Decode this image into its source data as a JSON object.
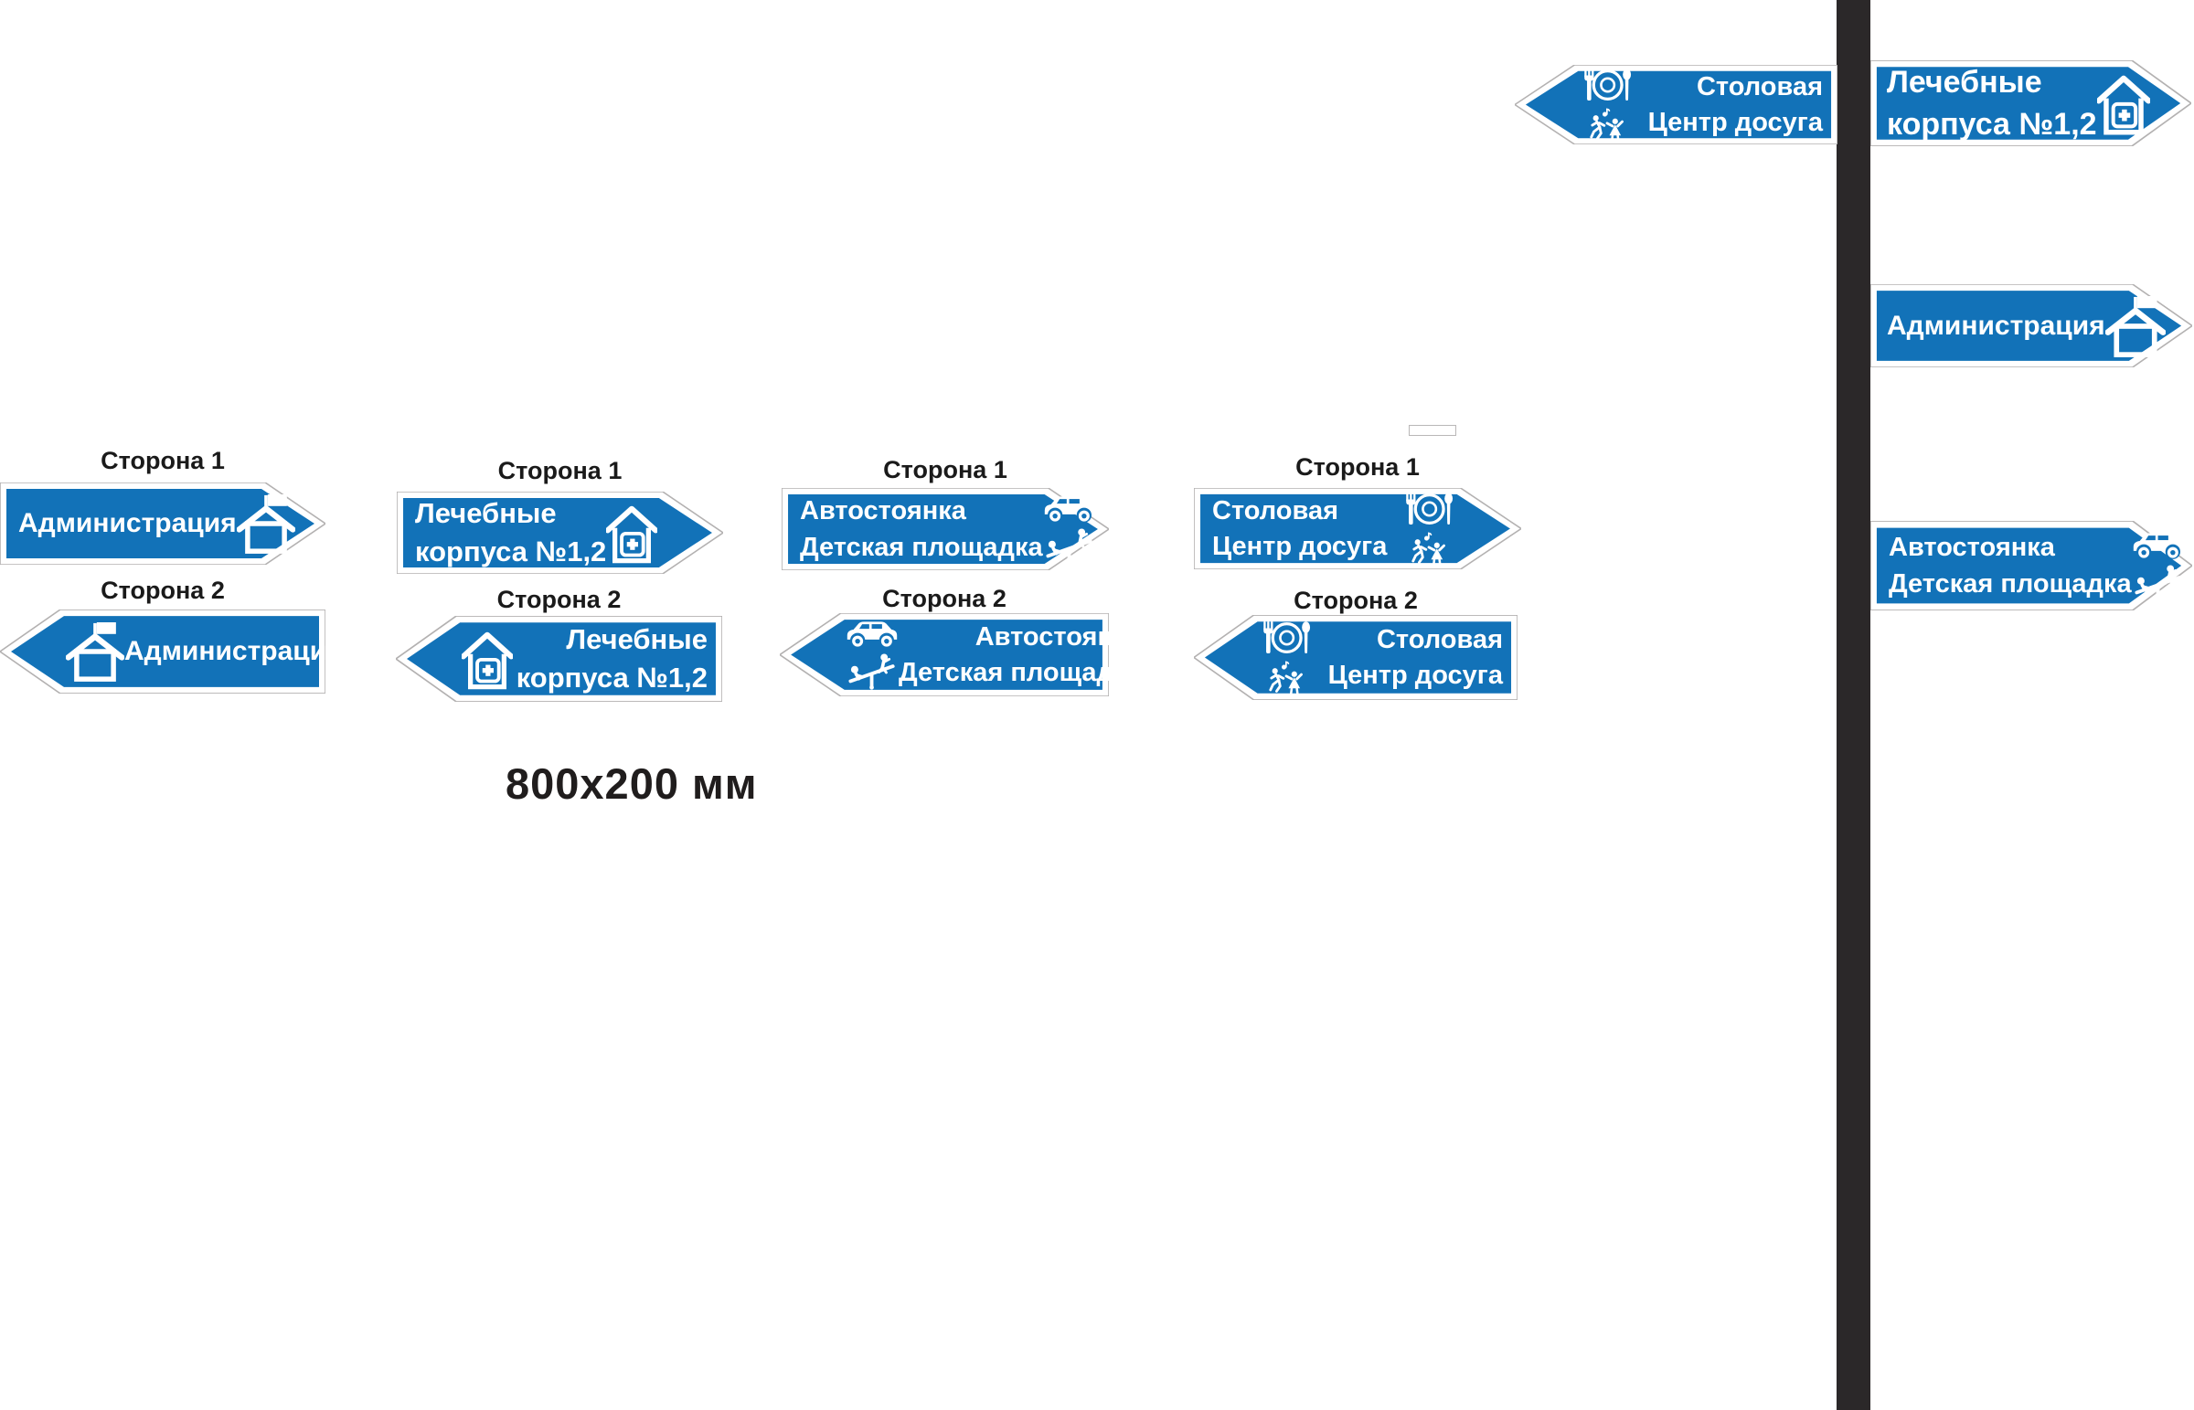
{
  "colors": {
    "sign_blue": "#1272b8",
    "sign_outline": "#b3b1b1",
    "pole_dark": "#2b2829",
    "label_text": "#1a1a1a",
    "sign_text": "#ffffff"
  },
  "labels": {
    "side1": "Сторона 1",
    "side2": "Сторона 2"
  },
  "dimension_note": "800x200 мм",
  "signs": {
    "admin": {
      "line1": "Администрация",
      "icon": "admin-house-icon"
    },
    "medical": {
      "line1": "Лечебные",
      "line2": "корпуса №1,2",
      "icon": "medical-house-icon"
    },
    "parking": {
      "line1": "Автостоянка",
      "line2": "Детская площадка",
      "icons": [
        "car-icon",
        "playground-icon"
      ]
    },
    "leisure": {
      "line1": "Столовая",
      "line2": "Центр досуга",
      "icons": [
        "dining-icon",
        "dance-icon"
      ]
    }
  },
  "icons": {
    "admin-house-icon": "house with flag",
    "medical-house-icon": "house with medical cross",
    "car-icon": "car",
    "playground-icon": "children on seesaw",
    "dining-icon": "fork, plate and spoon",
    "dance-icon": "dancing couple with music note"
  }
}
